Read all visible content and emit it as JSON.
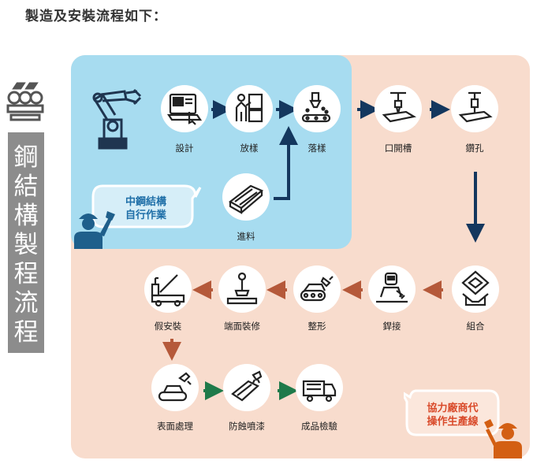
{
  "header": {
    "title": "製造及安裝流程如下："
  },
  "sidebar": {
    "title": "鋼結構製程流程"
  },
  "steps": {
    "design": "設計",
    "layout": "放樣",
    "marking": "落樣",
    "slotting": "口開槽",
    "drilling": "鑽孔",
    "feeding": "進料",
    "assembly": "組合",
    "welding": "銲接",
    "shaping": "整形",
    "end_finishing": "端面裝修",
    "trial_install": "假安裝",
    "surface_treatment": "表面處理",
    "anticorrosion_paint": "防蝕噴漆",
    "inspection": "成品檢驗"
  },
  "zones": {
    "in_house": {
      "line1": "中鋼結構",
      "line2": "自行作業"
    },
    "partner": {
      "line1": "協力廠商代",
      "line2": "操作生產線"
    }
  },
  "colors": {
    "blue_zone": "#a7dcf0",
    "peach_zone": "#f8dccd",
    "arrow_navy": "#14375e",
    "arrow_brown": "#b5593a",
    "arrow_green": "#1f7a4a",
    "worker_blue": "#1f5f8b",
    "worker_orange": "#d35f13",
    "partner_text": "#d94a2a",
    "inhouse_text": "#1f6fa8"
  }
}
